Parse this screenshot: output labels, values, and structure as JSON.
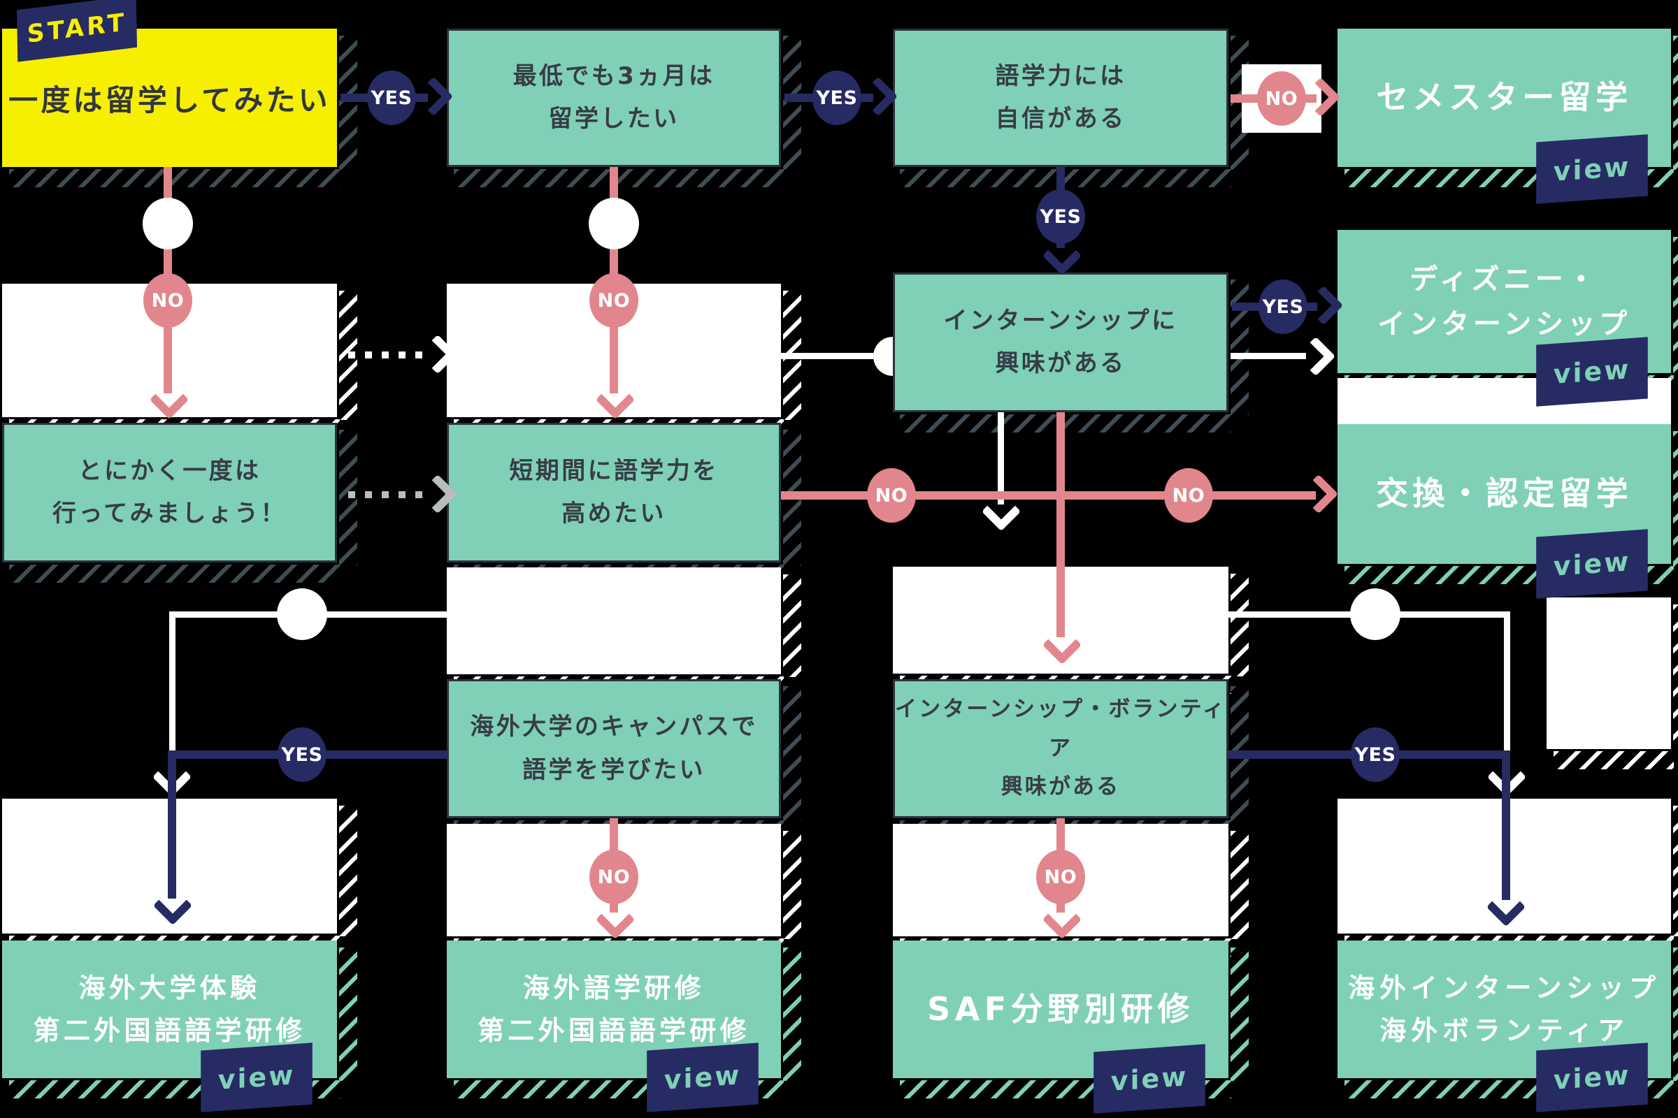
{
  "badges": {
    "start": "START",
    "yes": "YES",
    "no": "NO",
    "view": "view"
  },
  "colors": {
    "background": "#000000",
    "teal": "#7fd0b7",
    "yellow": "#f7ef00",
    "navy": "#262b63",
    "pink": "#e2868e",
    "dark_text": "#373c45",
    "white": "#ffffff",
    "gray_dots": "#b9bdbd"
  },
  "nodes": {
    "start": {
      "label": "一度は留学してみたい"
    },
    "min3months": {
      "line1": "最低でも3ヵ月は",
      "line2": "留学したい"
    },
    "confidence": {
      "line1": "語学力には",
      "line2": "自信がある"
    },
    "semester": {
      "label": "セメスター留学"
    },
    "internship": {
      "line1": "インターンシップに",
      "line2": "興味がある"
    },
    "disney": {
      "line1": "ディズニー・",
      "line2": "インターンシップ"
    },
    "exchange": {
      "label": "交換・認定留学"
    },
    "anyway": {
      "line1": "とにかく一度は",
      "line2": "行ってみましょう！"
    },
    "shortterm": {
      "line1": "短期間に語学力を",
      "line2": "高めたい"
    },
    "campus": {
      "line1": "海外大学のキャンパスで",
      "line2": "語学を学びたい"
    },
    "internvol": {
      "line1": "インターンシップ・ボランティア",
      "line2": "興味がある"
    },
    "univexp": {
      "line1": "海外大学体験",
      "line2": "第二外国語語学研修"
    },
    "langtrain": {
      "line1": "海外語学研修",
      "line2": "第二外国語語学研修"
    },
    "saf": {
      "label": "SAF分野別研修"
    },
    "internabroad": {
      "line1": "海外インターンシップ",
      "line2": "海外ボランティア"
    }
  }
}
